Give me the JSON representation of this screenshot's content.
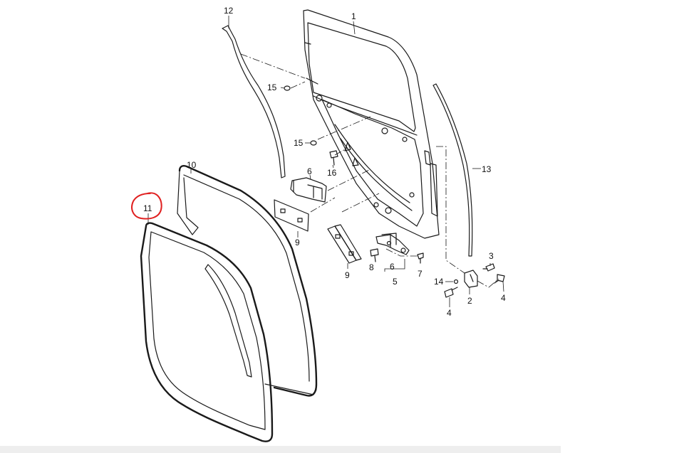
{
  "callouts": [
    {
      "id": "c1",
      "text": "1"
    },
    {
      "id": "c2",
      "text": "2"
    },
    {
      "id": "c3",
      "text": "3"
    },
    {
      "id": "c4a",
      "text": "4"
    },
    {
      "id": "c4b",
      "text": "4"
    },
    {
      "id": "c5",
      "text": "5"
    },
    {
      "id": "c6a",
      "text": "6"
    },
    {
      "id": "c6b",
      "text": "6"
    },
    {
      "id": "c7",
      "text": "7"
    },
    {
      "id": "c8",
      "text": "8"
    },
    {
      "id": "c9a",
      "text": "9"
    },
    {
      "id": "c9b",
      "text": "9"
    },
    {
      "id": "c10",
      "text": "10"
    },
    {
      "id": "c11",
      "text": "11"
    },
    {
      "id": "c12",
      "text": "12"
    },
    {
      "id": "c13",
      "text": "13"
    },
    {
      "id": "c14",
      "text": "14"
    },
    {
      "id": "c15a",
      "text": "15"
    },
    {
      "id": "c15b",
      "text": "15"
    },
    {
      "id": "c16",
      "text": "16"
    }
  ],
  "highlight": {
    "target": "11",
    "color": "#e02020"
  },
  "colors": {
    "line": "#1a1a1a",
    "background": "#ffffff",
    "bottom_bar": "#eeeeee"
  }
}
